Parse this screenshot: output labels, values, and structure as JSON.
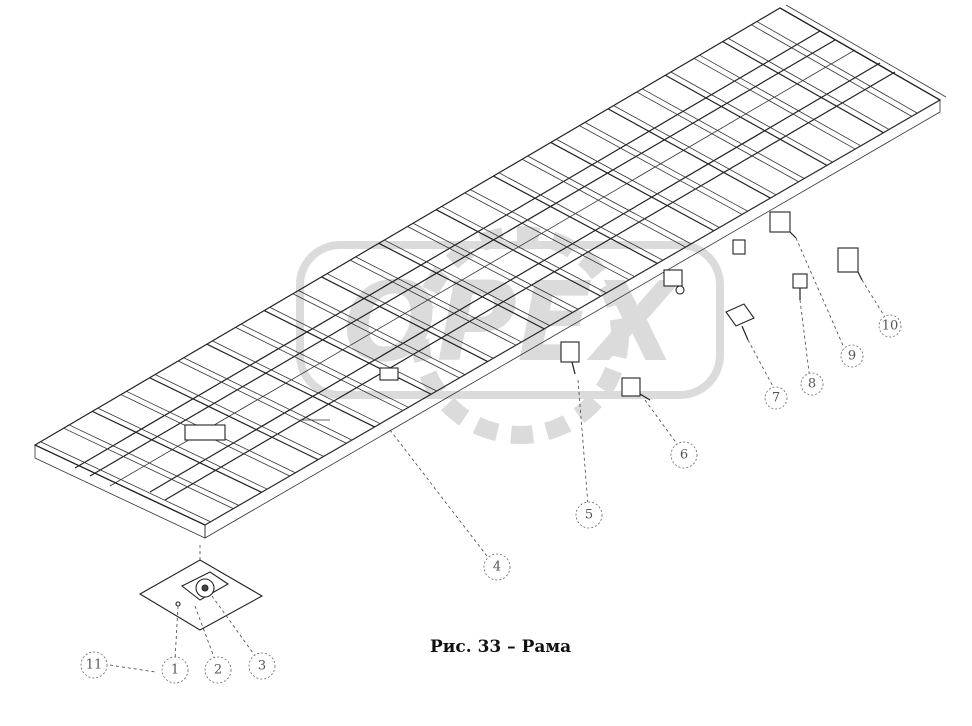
{
  "caption": "Рис. 33 – Рама",
  "watermark": {
    "text": "OPEX",
    "color": "#bbbbbb"
  },
  "callouts": [
    {
      "id": "callout-4",
      "label": "4"
    },
    {
      "id": "callout-5",
      "label": "5"
    },
    {
      "id": "callout-6",
      "label": "6"
    },
    {
      "id": "callout-1",
      "label": "1"
    },
    {
      "id": "callout-2",
      "label": "2"
    },
    {
      "id": "callout-3",
      "label": "3"
    },
    {
      "id": "callout-11",
      "label": "11"
    },
    {
      "id": "callout-7",
      "label": "7"
    },
    {
      "id": "callout-8",
      "label": "8"
    },
    {
      "id": "callout-9",
      "label": "9"
    },
    {
      "id": "callout-10",
      "label": "10"
    }
  ]
}
